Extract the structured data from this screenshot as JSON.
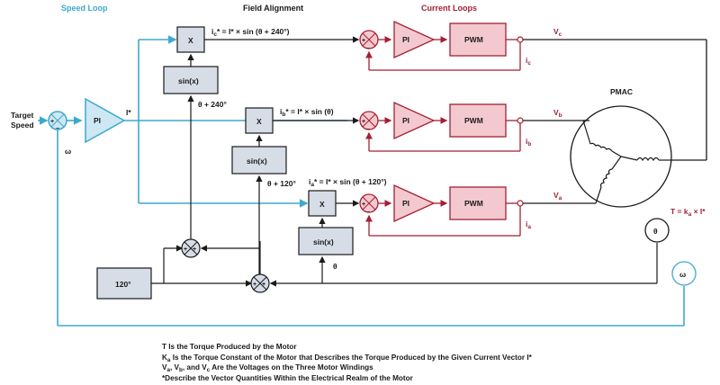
{
  "colors": {
    "speed": "#3fa8cc",
    "speed_fill": "#cde8f3",
    "current": "#a51f33",
    "current_fill": "#f3c9cf",
    "block_fill": "#d6dde6",
    "line": "#1a1a1a"
  },
  "headers": {
    "speed_loop": "Speed Loop",
    "field_alignment": "Field Alignment",
    "current_loops": "Current Loops"
  },
  "input": {
    "target_line1": "Target",
    "target_line2": "Speed",
    "omega": "ω",
    "speed_pi": "PI",
    "i_star": "I*"
  },
  "field": {
    "x_label": "X",
    "sin_label": "sin(x)",
    "eq_c": {
      "lead": "i",
      "sub": "c",
      "rest": "* = I* × sin (θ + 240°)"
    },
    "eq_b": {
      "lead": "i",
      "sub": "b",
      "rest": "* = I* × sin (θ)"
    },
    "eq_a": {
      "lead": "i",
      "sub": "a",
      "rest": "* = I* × sin (θ + 120°)"
    },
    "theta_240": "θ + 240°",
    "theta_120": "θ + 120°",
    "theta": "θ",
    "offset_120": "120°"
  },
  "current": {
    "pi_label": "PI",
    "pwm_label": "PWM",
    "vc": {
      "lead": "V",
      "sub": "c"
    },
    "vb": {
      "lead": "V",
      "sub": "b"
    },
    "va": {
      "lead": "V",
      "sub": "a"
    },
    "ic": {
      "lead": "i",
      "sub": "c"
    },
    "ib": {
      "lead": "i",
      "sub": "b"
    },
    "ia": {
      "lead": "i",
      "sub": "a"
    }
  },
  "motor": {
    "name": "PMAC",
    "torque_eq": {
      "lead": "T = k",
      "sub": "a",
      "rest": " × I*"
    },
    "theta_sensor": "θ",
    "omega_sensor": "ω"
  },
  "signs": {
    "plus": "+",
    "minus": "−"
  },
  "footnotes": {
    "line1": "T Is the Torque Produced by the Motor",
    "line2": {
      "lead": "K",
      "sub": "a",
      "rest": " Is the Torque Constant of the Motor that Describes the Torque Produced by the Given Current Vector I*"
    },
    "line3": {
      "v1": "V",
      "s1": "a",
      "mid1": ", V",
      "s2": "b",
      "mid2": ", and V",
      "s3": "c",
      "rest": " Are the Voltages on the Three Motor Windings"
    },
    "line4": "*Describe the Vector Quantities Within the Electrical Realm of the Motor"
  }
}
